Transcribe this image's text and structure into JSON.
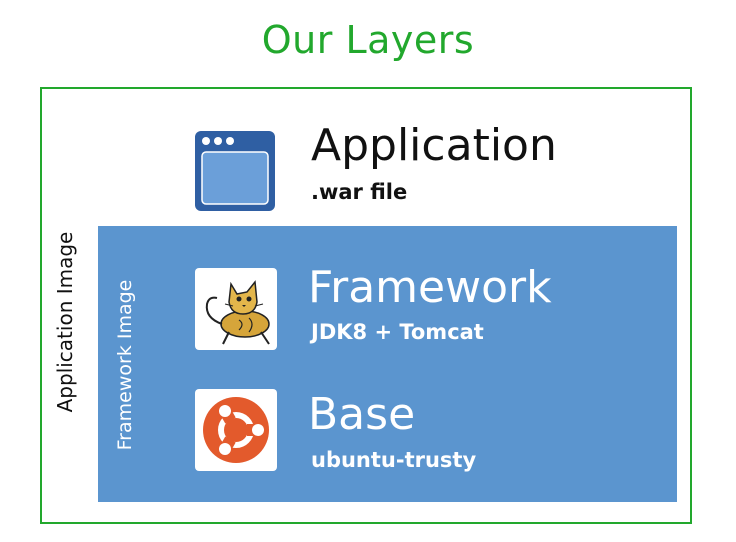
{
  "title": "Our Layers",
  "colors": {
    "accent_green": "#22a82d",
    "framework_blue": "#5b95cf",
    "app_icon_blue": "#2f5fa3",
    "ubuntu_orange": "#e35a2c"
  },
  "outer_group": {
    "label": "Application Image"
  },
  "inner_group": {
    "label": "Framework Image"
  },
  "layers": [
    {
      "name": "Application",
      "subtitle": ".war file",
      "icon": "application-window-icon"
    },
    {
      "name": "Framework",
      "subtitle": "JDK8 + Tomcat",
      "icon": "tomcat-cat-icon"
    },
    {
      "name": "Base",
      "subtitle": "ubuntu-trusty",
      "icon": "ubuntu-logo-icon"
    }
  ]
}
